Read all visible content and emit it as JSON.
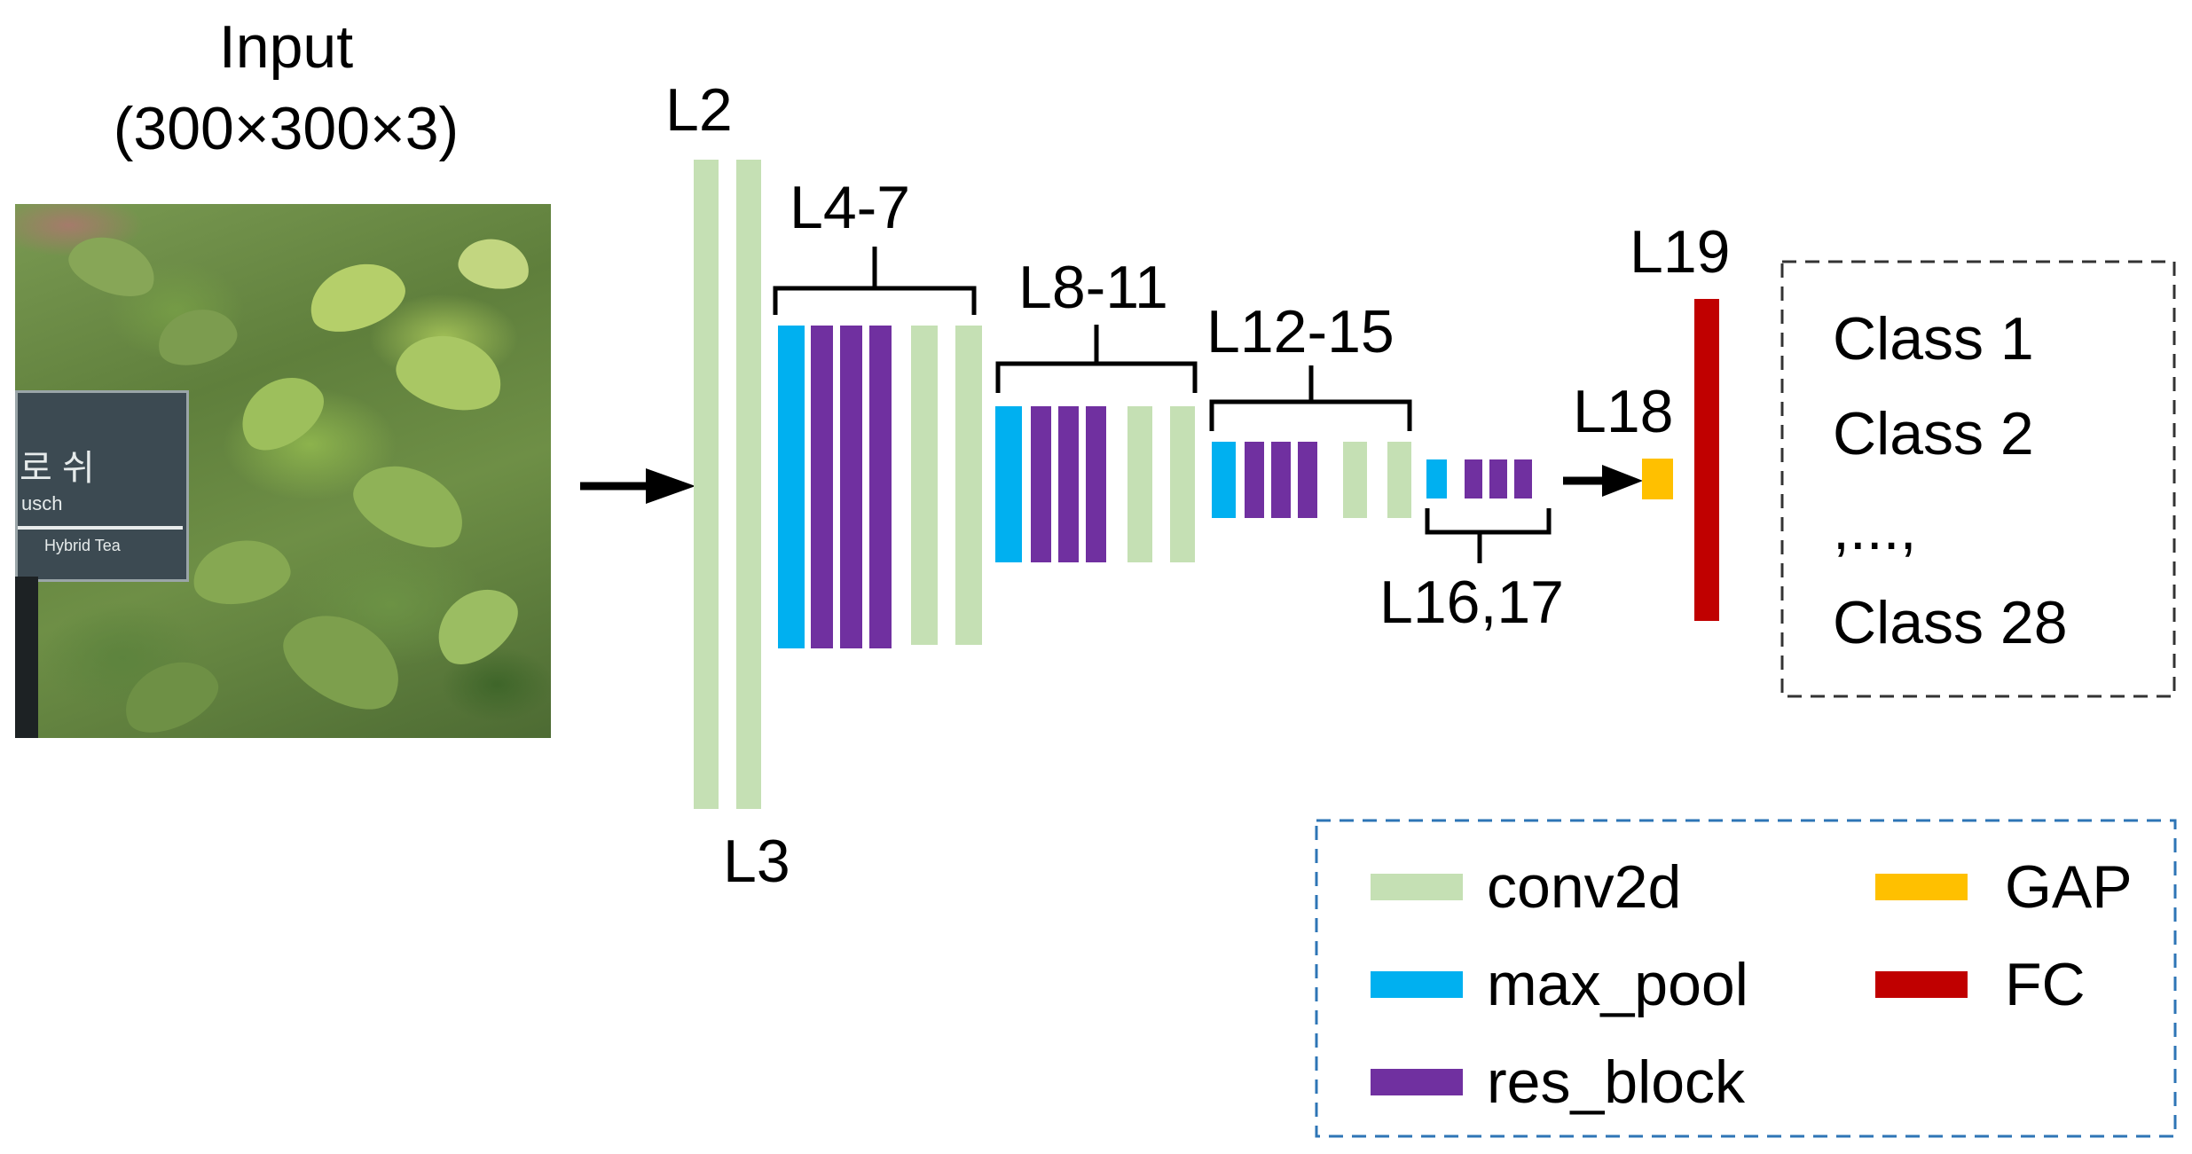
{
  "input": {
    "title": "Input",
    "dims": "(300×300×3)",
    "sign_text": [
      "로 쉬",
      "usch",
      "Hybrid Tea"
    ]
  },
  "layers": {
    "l2": "L2",
    "l3": "L3",
    "l4_7": "L4-7",
    "l8_11": "L8-11",
    "l12_15": "L12-15",
    "l16_17": "L16,17",
    "l18": "L18",
    "l19": "L19"
  },
  "classes": [
    "Class 1",
    "Class 2",
    ",...,",
    "Class 28"
  ],
  "legend": {
    "conv2d": "conv2d",
    "max_pool": "max_pool",
    "res_block": "res_block",
    "gap": "GAP",
    "fc": "FC"
  },
  "colors": {
    "conv2d": "#c5e0b4",
    "max_pool": "#00b0f0",
    "res_block": "#7030a0",
    "gap": "#ffc000",
    "fc": "#c00000",
    "legend_border": "#2e75b6"
  },
  "icons": {
    "input_arrow": "right-arrow-icon",
    "gap_arrow": "right-arrow-icon"
  }
}
